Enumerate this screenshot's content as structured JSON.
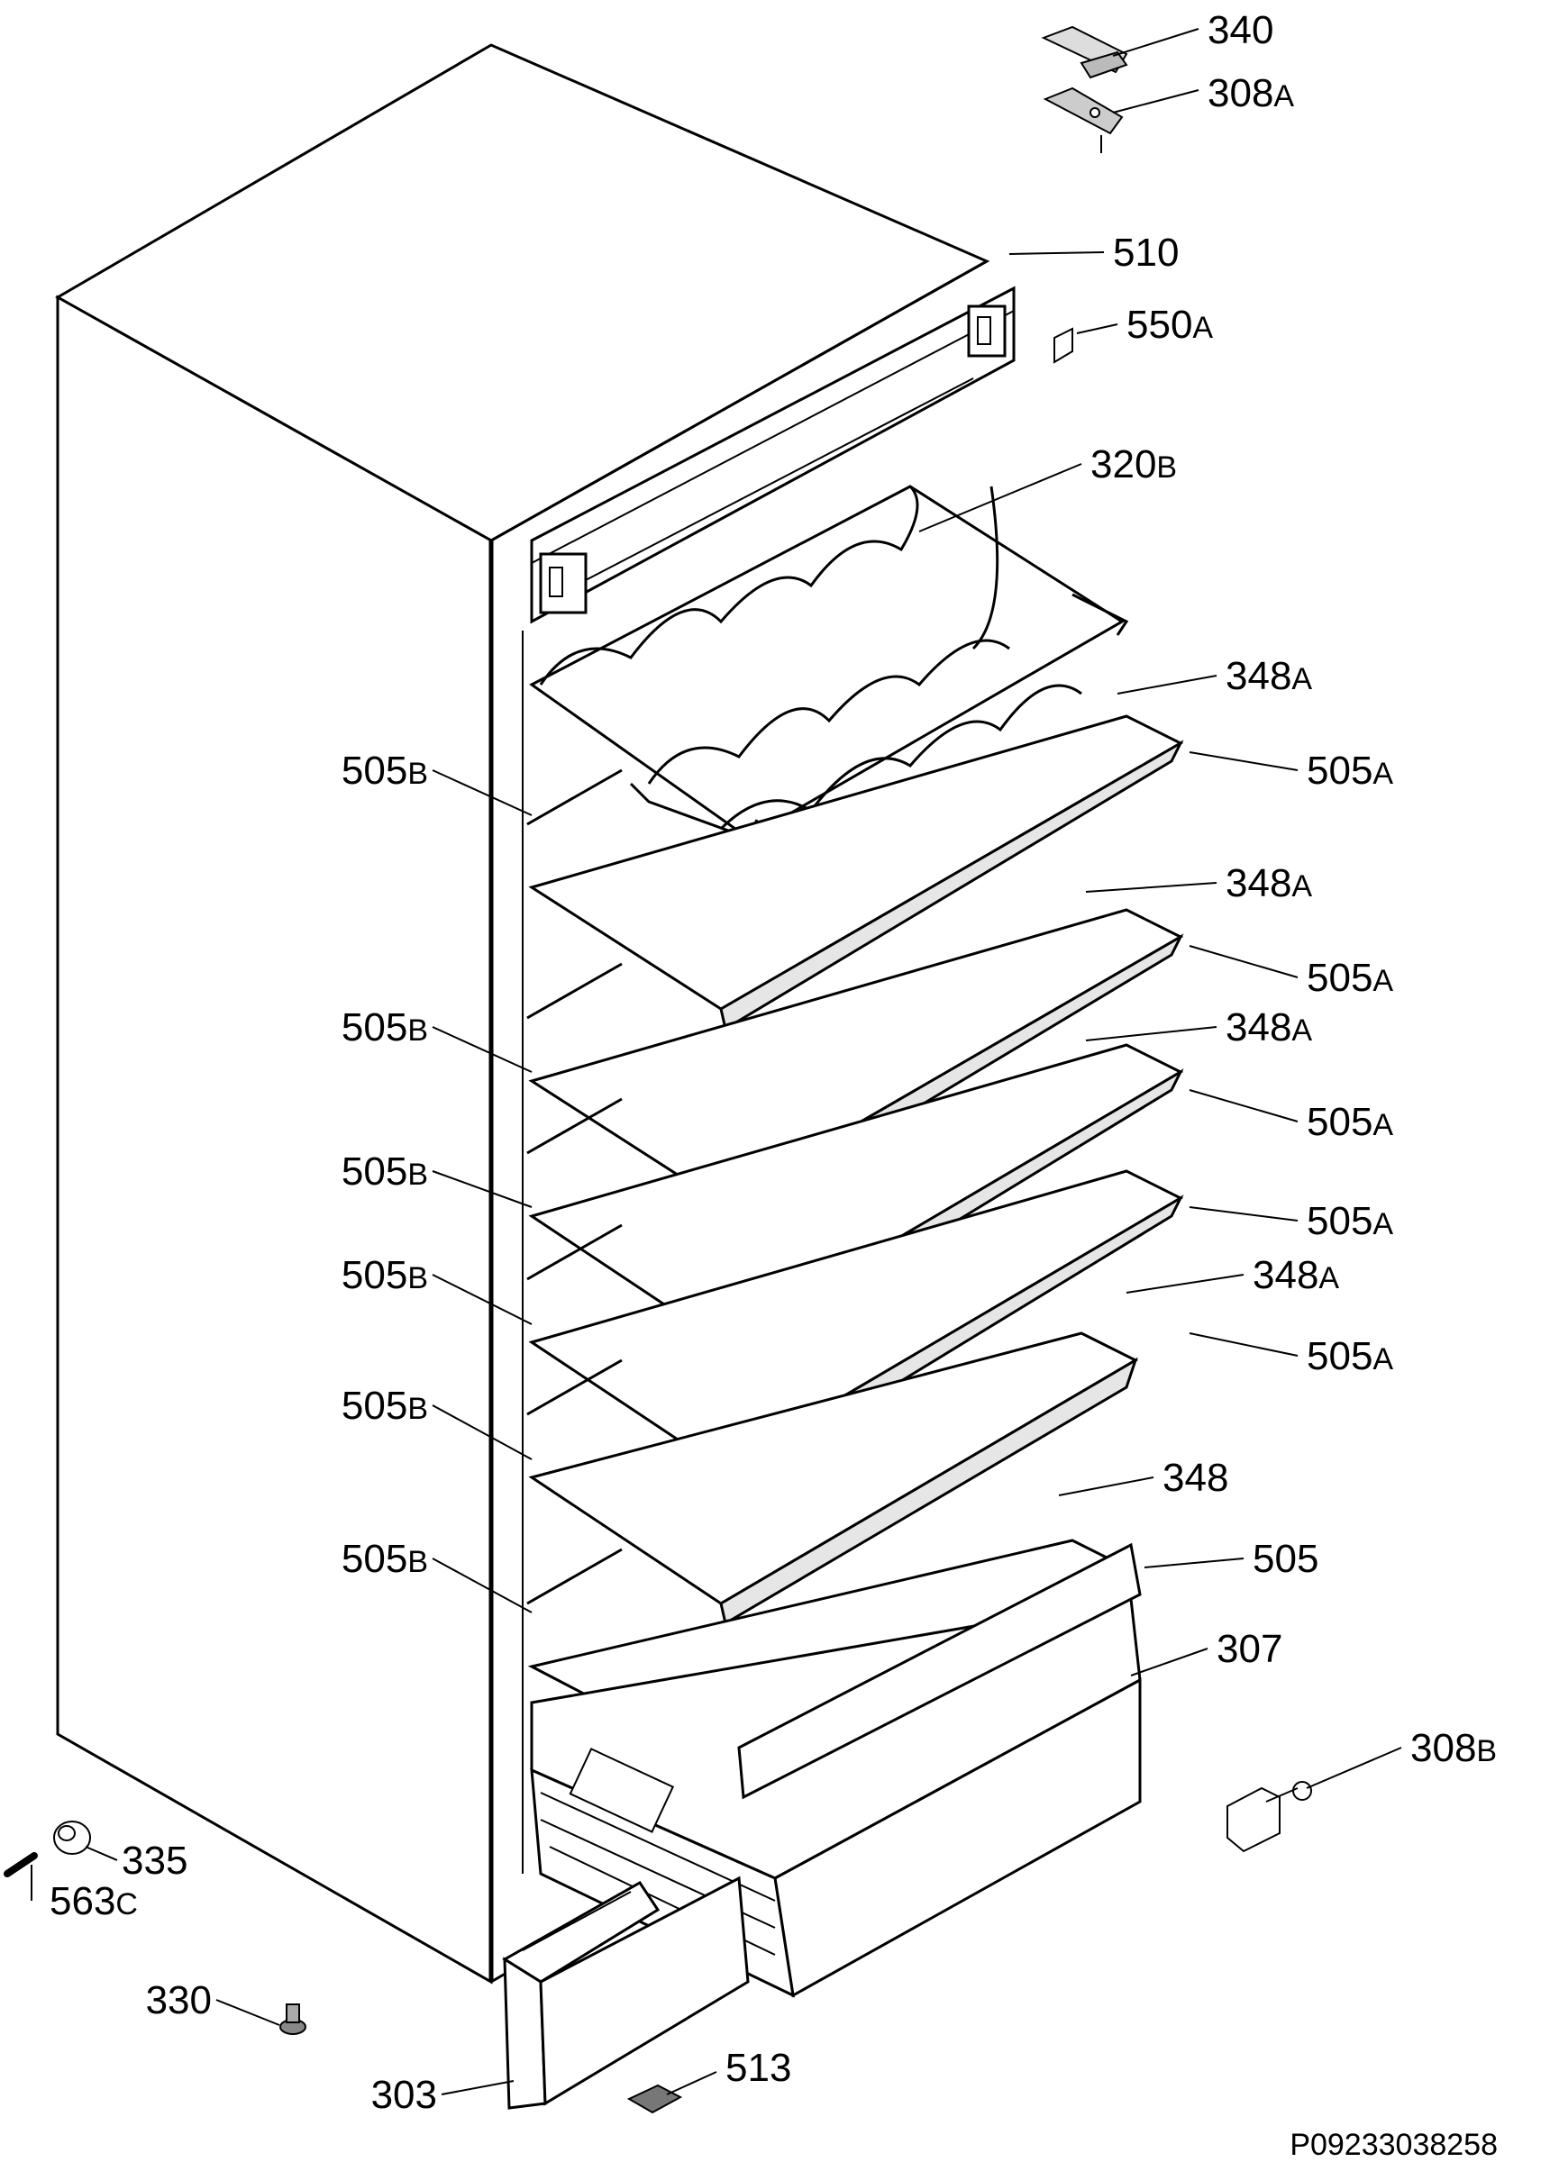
{
  "diagram": {
    "reference_code": "P09233038258",
    "callouts": [
      {
        "id": "c340",
        "number": "340",
        "suffix": ""
      },
      {
        "id": "c308a",
        "number": "308",
        "suffix": "A"
      },
      {
        "id": "c510",
        "number": "510",
        "suffix": ""
      },
      {
        "id": "c550a",
        "number": "550",
        "suffix": "A"
      },
      {
        "id": "c320b",
        "number": "320",
        "suffix": "B"
      },
      {
        "id": "c348a1",
        "number": "348",
        "suffix": "A"
      },
      {
        "id": "c505a1",
        "number": "505",
        "suffix": "A"
      },
      {
        "id": "c505b1",
        "number": "505",
        "suffix": "B"
      },
      {
        "id": "c348a2",
        "number": "348",
        "suffix": "A"
      },
      {
        "id": "c505a2",
        "number": "505",
        "suffix": "A"
      },
      {
        "id": "c505b2",
        "number": "505",
        "suffix": "B"
      },
      {
        "id": "c348a3",
        "number": "348",
        "suffix": "A"
      },
      {
        "id": "c505a3",
        "number": "505",
        "suffix": "A"
      },
      {
        "id": "c505b3",
        "number": "505",
        "suffix": "B"
      },
      {
        "id": "c505a4",
        "number": "505",
        "suffix": "A"
      },
      {
        "id": "c505b4",
        "number": "505",
        "suffix": "B"
      },
      {
        "id": "c348a4",
        "number": "348",
        "suffix": "A"
      },
      {
        "id": "c505a5",
        "number": "505",
        "suffix": "A"
      },
      {
        "id": "c505b5",
        "number": "505",
        "suffix": "B"
      },
      {
        "id": "c348",
        "number": "348",
        "suffix": ""
      },
      {
        "id": "c505b6",
        "number": "505",
        "suffix": "B"
      },
      {
        "id": "c505",
        "number": "505",
        "suffix": ""
      },
      {
        "id": "c307",
        "number": "307",
        "suffix": ""
      },
      {
        "id": "c308b",
        "number": "308",
        "suffix": "B"
      },
      {
        "id": "c335",
        "number": "335",
        "suffix": ""
      },
      {
        "id": "c563c",
        "number": "563",
        "suffix": "C"
      },
      {
        "id": "c330",
        "number": "330",
        "suffix": ""
      },
      {
        "id": "c303",
        "number": "303",
        "suffix": ""
      },
      {
        "id": "c513",
        "number": "513",
        "suffix": ""
      }
    ]
  }
}
